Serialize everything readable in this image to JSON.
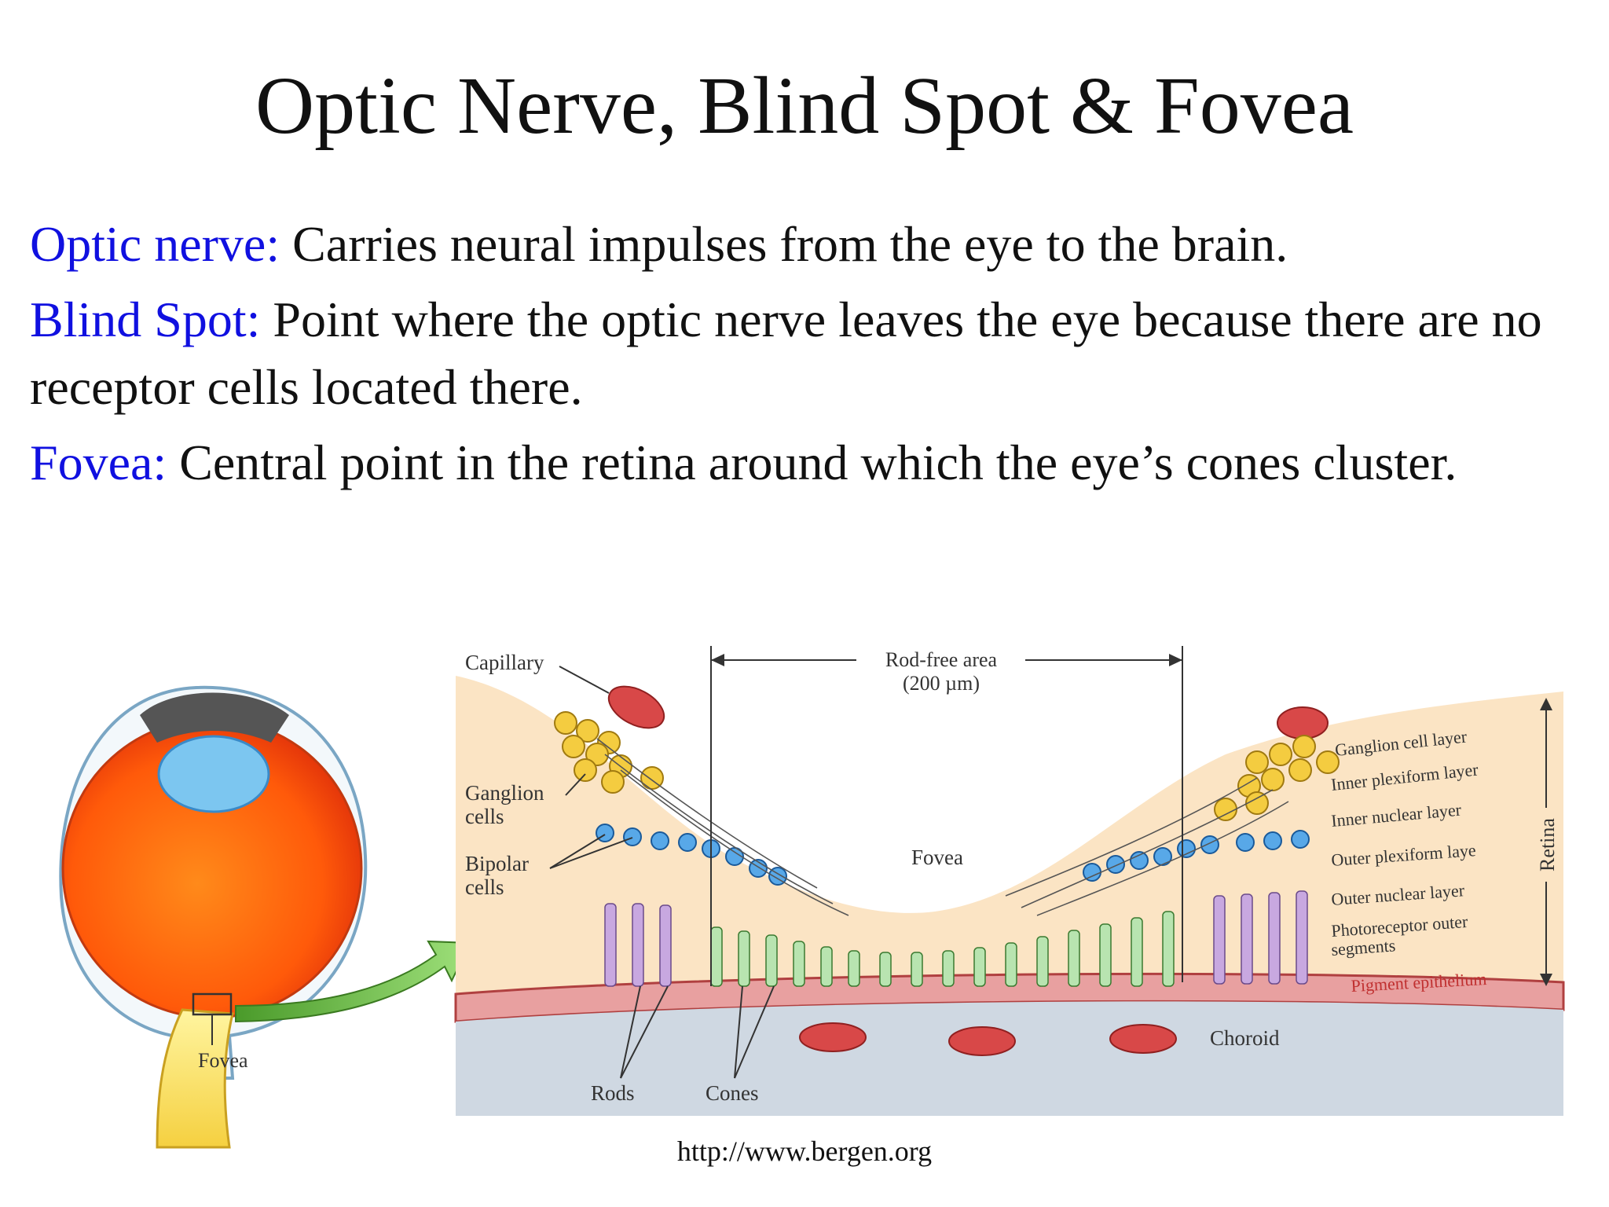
{
  "title": "Optic Nerve, Blind Spot & Fovea",
  "definitions": [
    {
      "term": "Optic nerve:",
      "text": " Carries neural impulses from the eye to the brain."
    },
    {
      "term": "Blind Spot:",
      "text": " Point where the optic nerve leaves the eye because there are no receptor cells located there."
    },
    {
      "term": "Fovea:",
      "text": " Central point in the retina around which the eye’s cones cluster."
    }
  ],
  "diagram": {
    "eye_label": "Fovea",
    "capillary": "Capillary",
    "rod_free_area": "Rod-free area",
    "rod_free_size": "(200 µm)",
    "ganglion": "Ganglion",
    "ganglion2": "cells",
    "bipolar": "Bipolar",
    "bipolar2": "cells",
    "fovea": "Fovea",
    "rods": "Rods",
    "cones": "Cones",
    "choroid": "Choroid",
    "retina": "Retina",
    "layers": [
      "Ganglion cell layer",
      "Inner plexiform layer",
      "Inner nuclear layer",
      "Outer plexiform laye",
      "Outer nuclear layer",
      "Photoreceptor outer",
      "segments",
      "Pigment epithelium"
    ]
  },
  "source": "http://www.bergen.org"
}
